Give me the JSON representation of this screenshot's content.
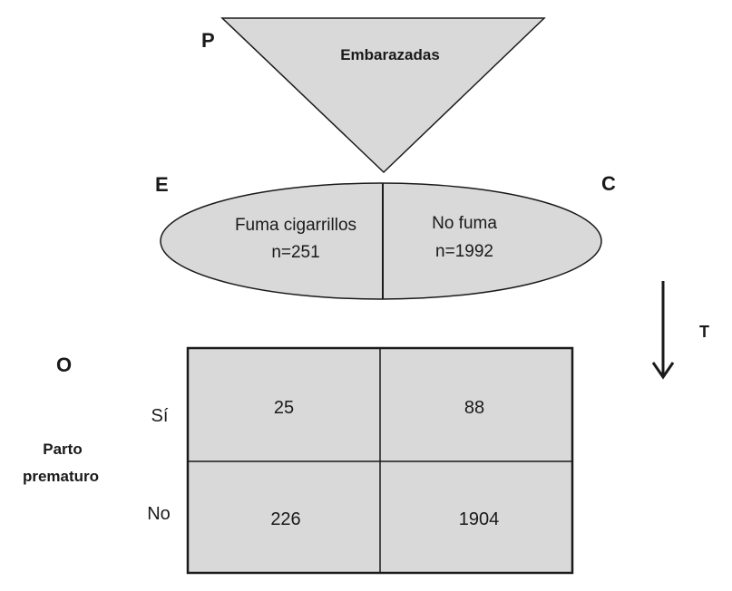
{
  "diagram": {
    "population": {
      "letter": "P",
      "label": "Embarazadas"
    },
    "exposure": {
      "letter": "E",
      "label": "Fuma cigarrillos",
      "n": "n=251"
    },
    "comparison": {
      "letter": "C",
      "label": "No fuma",
      "n": "n=1992"
    },
    "time": {
      "letter": "T"
    },
    "outcome": {
      "letter": "O",
      "label_line1": "Parto",
      "label_line2": "prematuro",
      "rows": [
        {
          "label": "Sí",
          "values": [
            "25",
            "88"
          ]
        },
        {
          "label": "No",
          "values": [
            "226",
            "1904"
          ]
        }
      ]
    },
    "colors": {
      "shape_fill": "#d9d9d9",
      "stroke": "#1a1a1a",
      "text": "#1a1a1a"
    }
  }
}
